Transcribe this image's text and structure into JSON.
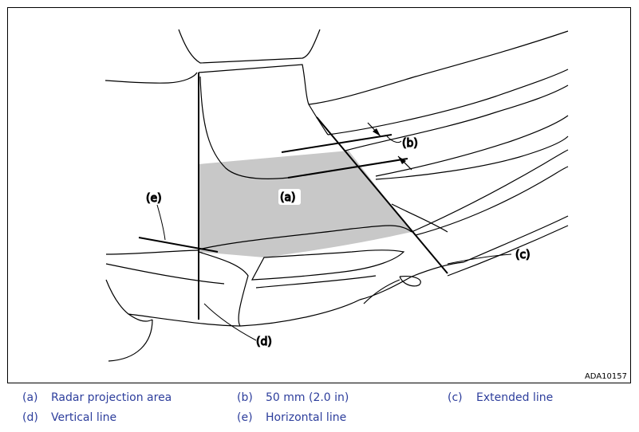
{
  "figure": {
    "code": "ADA10157",
    "callouts": {
      "a": "(a)",
      "b": "(b)",
      "c": "(c)",
      "d": "(d)",
      "e": "(e)"
    }
  },
  "legend": [
    {
      "key": "(a)",
      "text": "Radar projection area"
    },
    {
      "key": "(b)",
      "text": "50 mm (2.0 in)"
    },
    {
      "key": "(c)",
      "text": "Extended line"
    },
    {
      "key": "(d)",
      "text": "Vertical line"
    },
    {
      "key": "(e)",
      "text": "Horizontal line"
    }
  ]
}
